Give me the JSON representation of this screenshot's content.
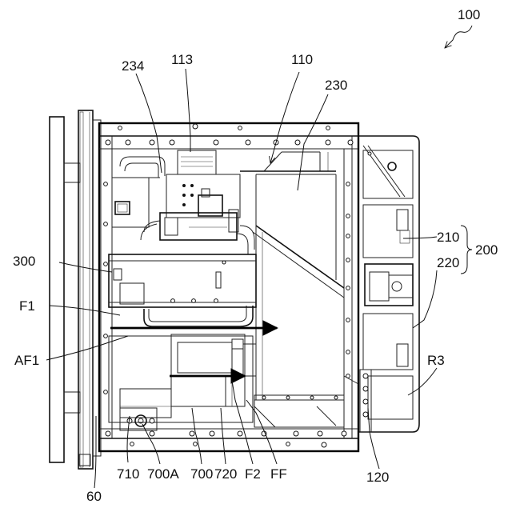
{
  "figure": {
    "labels": {
      "l100": "100",
      "l234": "234",
      "l113": "113",
      "l110": "110",
      "l230": "230",
      "l300": "300",
      "lF1": "F1",
      "lAF1": "AF1",
      "l210": "210",
      "l200": "200",
      "l220": "220",
      "lR3": "R3",
      "l710": "710",
      "l700A": "700A",
      "l700": "700",
      "l720": "720",
      "lF2": "F2",
      "lFF": "FF",
      "l120": "120",
      "l60": "60"
    }
  }
}
